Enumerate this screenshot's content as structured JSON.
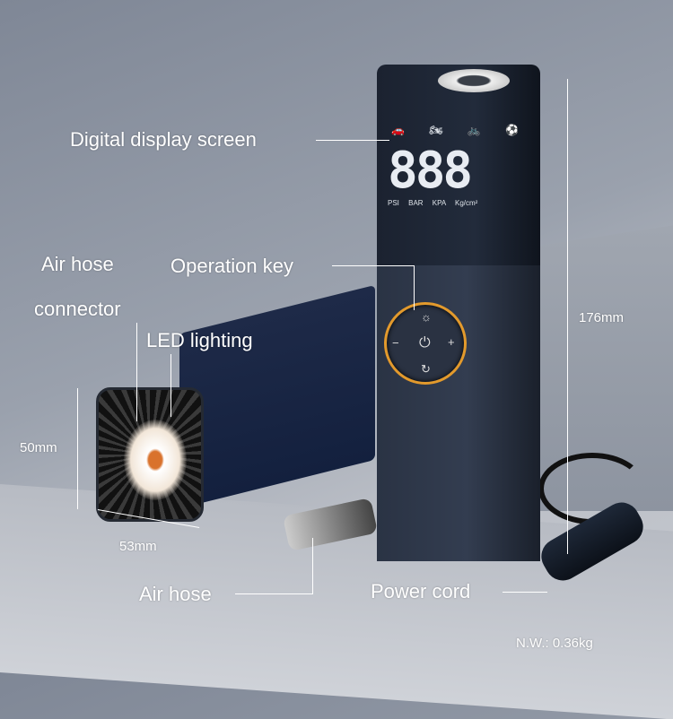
{
  "display": {
    "digits": "888",
    "units": "PSI BAR KPA Kg/cm²",
    "mode_icons": "🚗 🏍 🚲 ⚽"
  },
  "keys": {
    "light": "☼",
    "minus": "−",
    "power": "⏻",
    "plus": "+",
    "cycle": "↻"
  },
  "labels": {
    "digital_display": "Digital display screen",
    "air_hose_connector_1": "Air hose",
    "air_hose_connector_2": "connector",
    "led_lighting": "LED lighting",
    "operation_key": "Operation key",
    "height": "176mm",
    "depth": "50mm",
    "width": "53mm",
    "air_hose": "Air hose",
    "power_cord": "Power cord",
    "net_weight": "N.W.: 0.36kg"
  },
  "colors": {
    "accent": "#e39a2c"
  }
}
